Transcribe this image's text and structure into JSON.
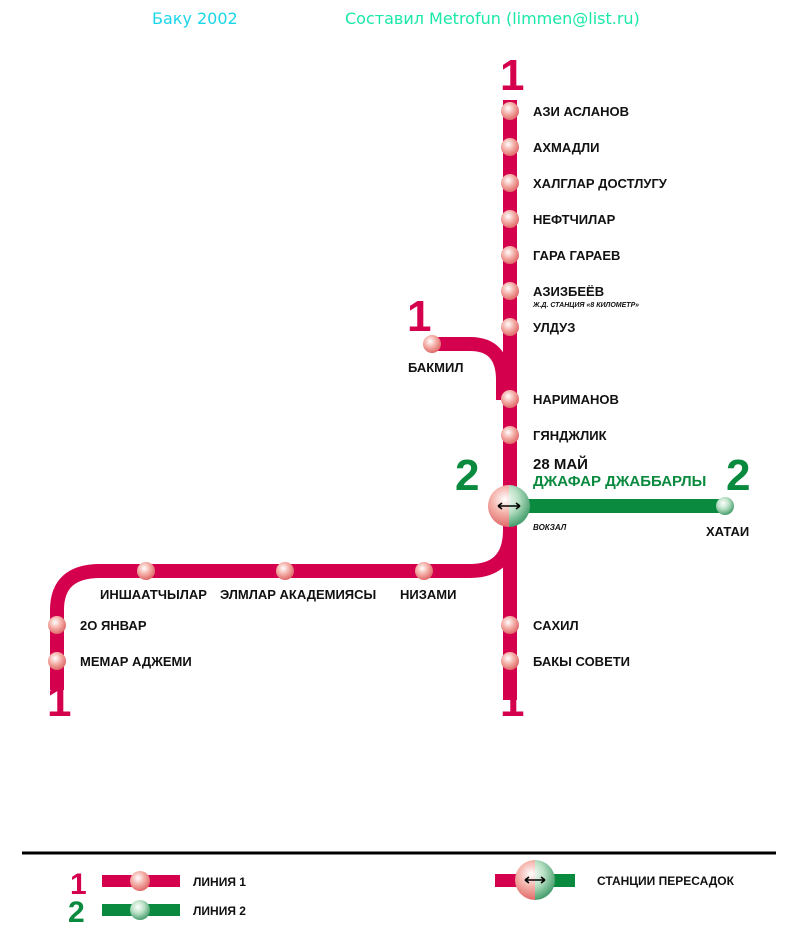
{
  "header": {
    "left": "Баку 2002",
    "right": "Составил Metrofun (limmen@list.ru)"
  },
  "colors": {
    "line1": "#d4004e",
    "line2": "#0a8a3e",
    "header_left": "#19d6e8",
    "header_right": "#19e8a8"
  },
  "line_numbers": {
    "one": "1",
    "two": "2"
  },
  "stations": {
    "azi": "АЗИ АСЛАНОВ",
    "ahmadli": "АХМАДЛИ",
    "halglar": "ХАЛГЛАР ДОСТЛУГУ",
    "neft": "НЕФТЧИЛАР",
    "gara": "ГАРА ГАРАЕВ",
    "aziz": "АЗИЗБЕЁВ",
    "aziz_note": "Ж.Д. СТАНЦИЯ «8 КИЛОМЕТР»",
    "ulduz": "УЛДУЗ",
    "bakmil": "БАКМИЛ",
    "nariman": "НАРИМАНОВ",
    "gyandzh": "ГЯНДЖЛИК",
    "may28": "28 МАЙ",
    "jafar": "ДЖАФАР ДЖАББАРЛЫ",
    "vokzal": "ВОКЗАЛ",
    "hatai": "ХАТАИ",
    "insh": "ИНШААТЧЫЛАР",
    "elmlar": "ЭЛМЛАР АКАДЕМИЯСЫ",
    "nizami": "НИЗАМИ",
    "jan20": "2О ЯНВАР",
    "memar": "МЕМАР АДЖЕМИ",
    "sahil": "САХИЛ",
    "baky": "БАКЫ СОВЕТИ"
  },
  "legend": {
    "line1": "ЛИНИЯ 1",
    "line2": "ЛИНИЯ 2",
    "transfer": "СТАНЦИИ ПЕРЕСАДОК"
  }
}
